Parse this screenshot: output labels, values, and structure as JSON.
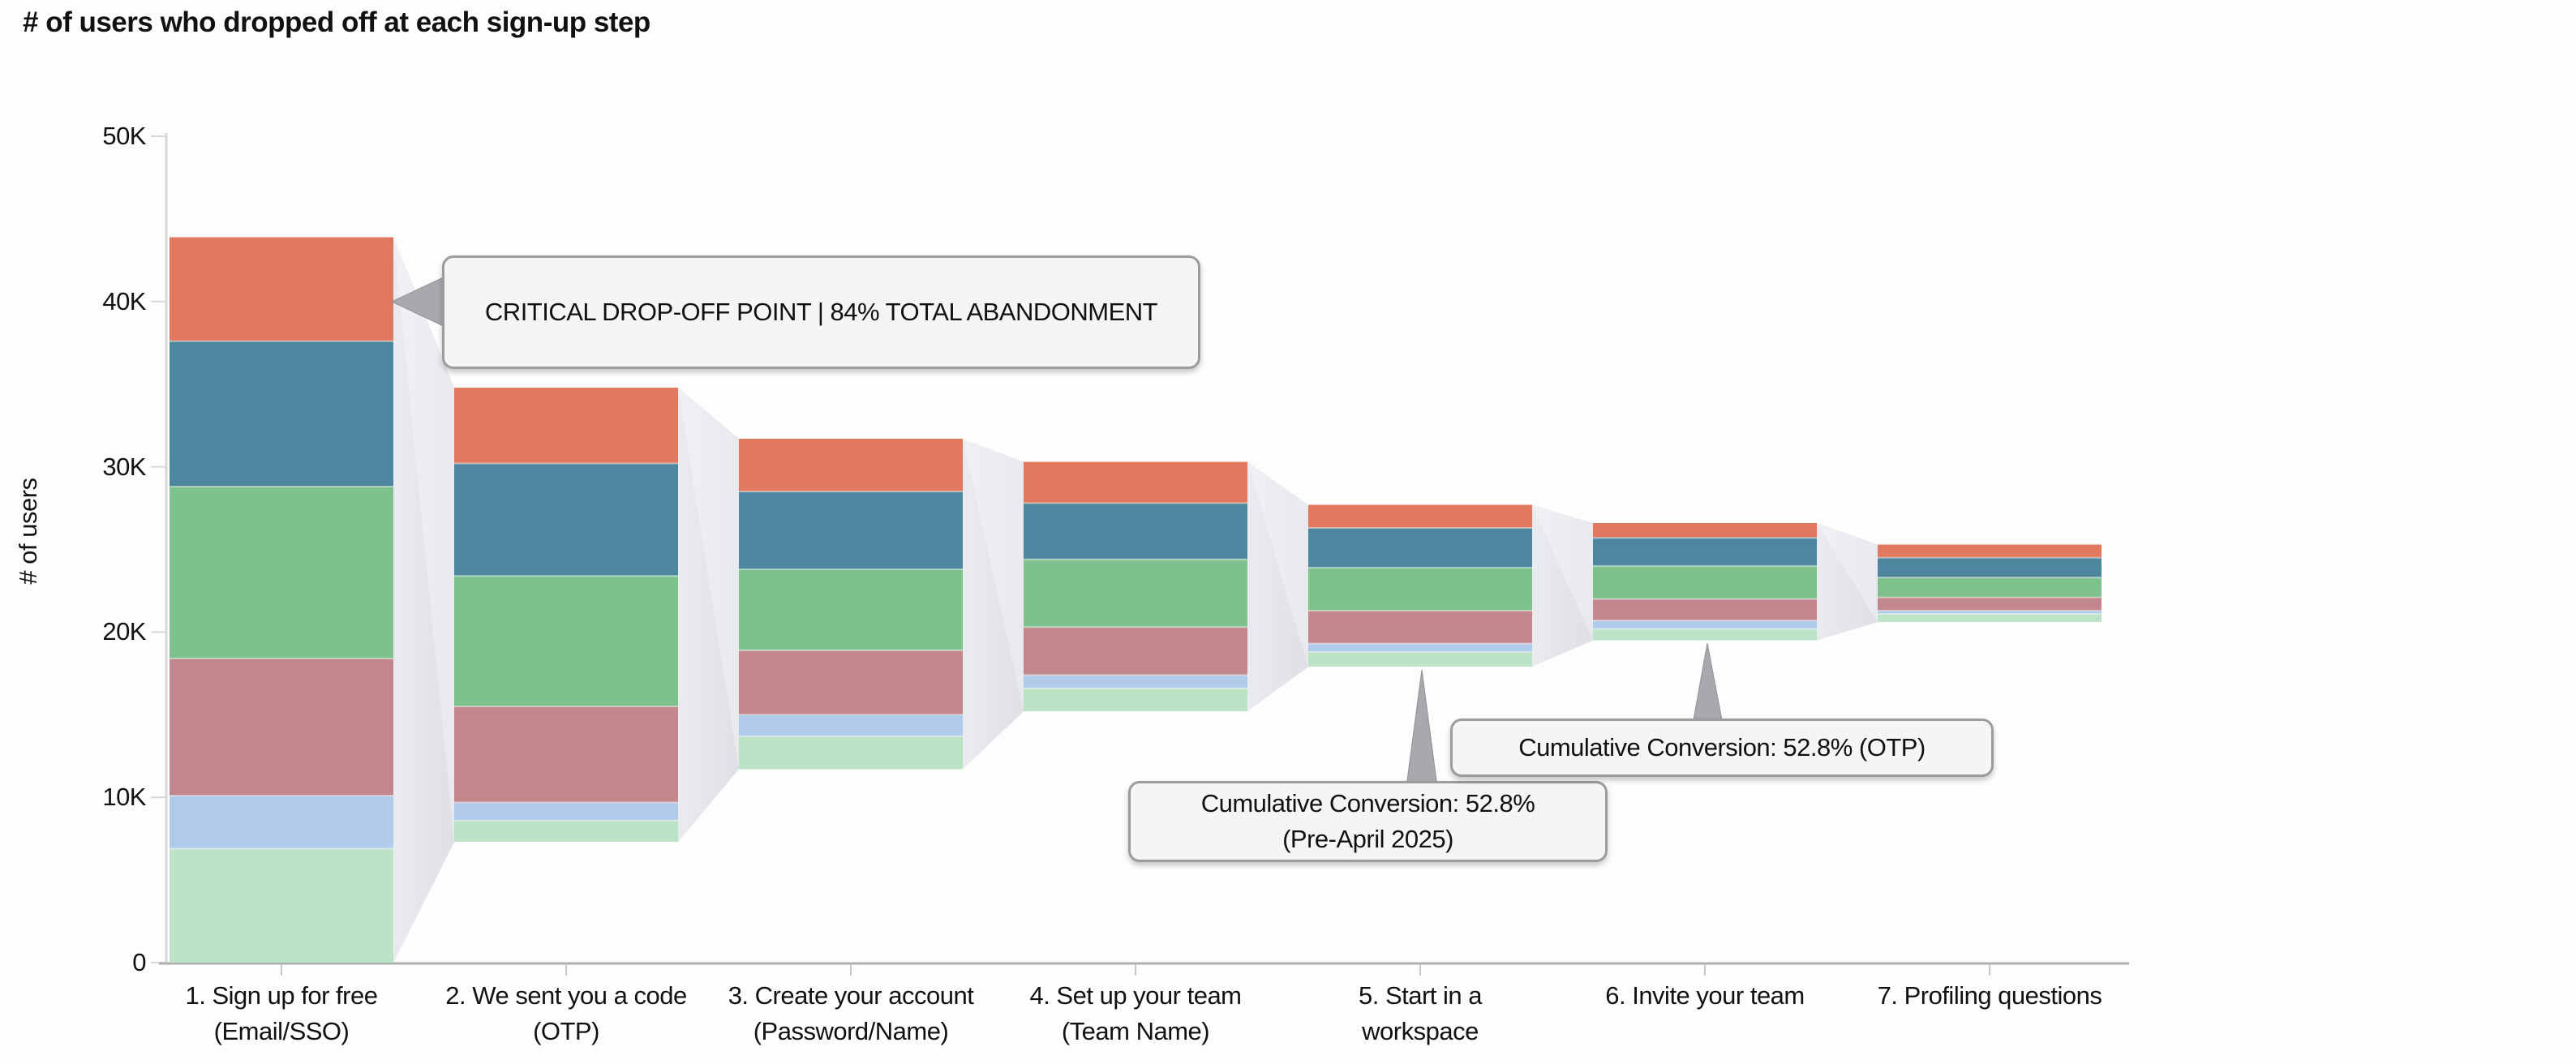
{
  "title": "# of users who dropped off at each sign-up step",
  "y_axis_label": "# of users",
  "callouts": {
    "critical": {
      "text": "CRITICAL DROP-OFF POINT | 84% TOTAL ABANDONMENT"
    },
    "pre_april": {
      "line1": "Cumulative Conversion: 52.8%",
      "line2": "(Pre-April 2025)"
    },
    "otp": {
      "text": "Cumulative Conversion: 52.8% (OTP)"
    }
  },
  "chart_data": {
    "type": "bar",
    "subtype": "stacked-funnel-dropoff",
    "title": "# of users who dropped off at each sign-up step",
    "xlabel": "",
    "ylabel": "# of users",
    "ylim": [
      0,
      50000
    ],
    "yticks": [
      0,
      10000,
      20000,
      30000,
      40000,
      50000
    ],
    "ytick_labels": [
      "0",
      "10K",
      "20K",
      "30K",
      "40K",
      "50K"
    ],
    "grid": false,
    "legend": false,
    "categories": [
      [
        "1. Sign up for free",
        "(Email/SSO)"
      ],
      [
        "2. We sent you a code",
        "(OTP)"
      ],
      [
        "3. Create your account",
        "(Password/Name)"
      ],
      [
        "4. Set up your team",
        "(Team Name)"
      ],
      [
        "5. Start in a",
        "workspace"
      ],
      [
        "6. Invite your team"
      ],
      [
        "7. Profiling questions"
      ]
    ],
    "stack_order_bottom_to_top": [
      "light-green",
      "light-blue",
      "rose",
      "green",
      "teal",
      "salmon"
    ],
    "palette": {
      "salmon": "#E0795F",
      "teal": "#4E86A0",
      "green": "#7EC18D",
      "rose": "#C2878D",
      "light-blue": "#AFCBE9",
      "light-green": "#BCE3C5"
    },
    "connector_color": "#E3E5EA",
    "bars": [
      {
        "base": 0,
        "top": 43900,
        "segments": {
          "light-green": 6900,
          "light-blue": 3200,
          "rose": 8300,
          "green": 10400,
          "teal": 8800,
          "salmon": 6300
        }
      },
      {
        "base": 7300,
        "top": 34800,
        "segments": {
          "light-green": 1300,
          "light-blue": 1100,
          "rose": 5800,
          "green": 7900,
          "teal": 6800,
          "salmon": 4600
        }
      },
      {
        "base": 11700,
        "top": 31700,
        "segments": {
          "light-green": 2000,
          "light-blue": 1300,
          "rose": 3900,
          "green": 4900,
          "teal": 4700,
          "salmon": 3200
        }
      },
      {
        "base": 15200,
        "top": 30300,
        "segments": {
          "light-green": 1400,
          "light-blue": 800,
          "rose": 2900,
          "green": 4100,
          "teal": 3400,
          "salmon": 2500
        }
      },
      {
        "base": 17900,
        "top": 27700,
        "segments": {
          "light-green": 900,
          "light-blue": 500,
          "rose": 2000,
          "green": 2600,
          "teal": 2400,
          "salmon": 1400
        }
      },
      {
        "base": 19500,
        "top": 26600,
        "segments": {
          "light-green": 700,
          "light-blue": 500,
          "rose": 1300,
          "green": 2000,
          "teal": 1700,
          "salmon": 900
        }
      },
      {
        "base": 20600,
        "top": 25300,
        "segments": {
          "light-green": 500,
          "light-blue": 200,
          "rose": 800,
          "green": 1200,
          "teal": 1200,
          "salmon": 800
        }
      }
    ],
    "annotations": [
      "CRITICAL DROP-OFF POINT | 84% TOTAL ABANDONMENT",
      "Cumulative Conversion: 52.8% (Pre-April 2025)",
      "Cumulative Conversion: 52.8% (OTP)"
    ]
  }
}
